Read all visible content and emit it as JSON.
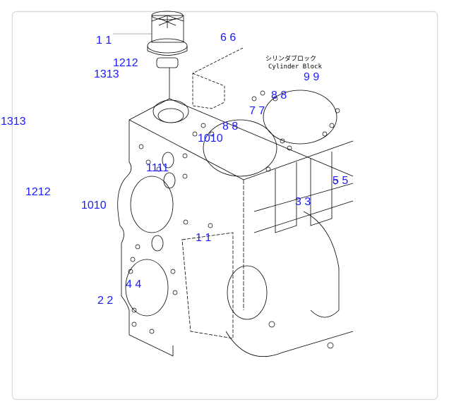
{
  "diagram": {
    "caption_jp": "シリンダブロック",
    "caption_en": "Cylinder Block",
    "callouts": [
      {
        "id": "c1",
        "text": "1 1"
      },
      {
        "id": "c6",
        "text": "6 6"
      },
      {
        "id": "c12a",
        "text": "1212"
      },
      {
        "id": "c13a",
        "text": "1313"
      },
      {
        "id": "c9",
        "text": "9 9"
      },
      {
        "id": "c8a",
        "text": "8 8"
      },
      {
        "id": "c7",
        "text": "7 7"
      },
      {
        "id": "c8b",
        "text": "8 8"
      },
      {
        "id": "c10a",
        "text": "1010"
      },
      {
        "id": "c13b",
        "text": "1313"
      },
      {
        "id": "c11",
        "text": "1111"
      },
      {
        "id": "c5",
        "text": "5 5"
      },
      {
        "id": "c12b",
        "text": "1212"
      },
      {
        "id": "c3",
        "text": "3 3"
      },
      {
        "id": "c10b",
        "text": "1010"
      },
      {
        "id": "c1b",
        "text": "1 1"
      },
      {
        "id": "c4",
        "text": "4 4"
      },
      {
        "id": "c2",
        "text": "2 2"
      }
    ],
    "label_color": "#1a1aff"
  }
}
